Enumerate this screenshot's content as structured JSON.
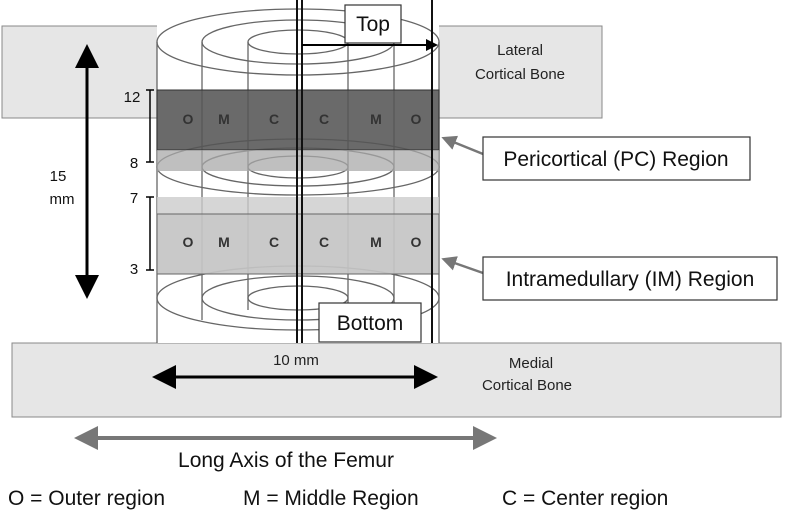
{
  "colors": {
    "bone_fill": "#e6e6e6",
    "pc_band": "#555555",
    "im_band": "#c8c8c8",
    "arrow_black": "#000000",
    "arrow_gray": "#777777"
  },
  "labels": {
    "top": "Top",
    "bottom": "Bottom",
    "lateral_line1": "Lateral",
    "lateral_line2": "Cortical Bone",
    "medial_line1": "Medial",
    "medial_line2": "Cortical Bone",
    "pc_region": "Pericortical (PC) Region",
    "im_region": "Intramedullary (IM) Region",
    "height_line1": "15",
    "height_line2": "mm",
    "width": "10 mm",
    "long_axis": "Long Axis of the Femur"
  },
  "scale_ticks": [
    "12",
    "8",
    "7",
    "3"
  ],
  "segments_pc": [
    "O",
    "M",
    "C",
    "C",
    "M",
    "O"
  ],
  "segments_im": [
    "O",
    "M",
    "C",
    "C",
    "M",
    "O"
  ],
  "legend": [
    "O = Outer region",
    "M = Middle Region",
    "C = Center region"
  ]
}
